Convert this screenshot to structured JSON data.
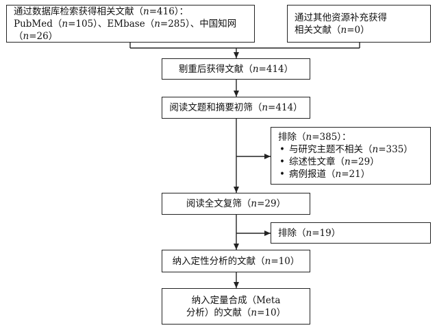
{
  "boxes": {
    "db_search": {
      "line1_pre": "通过数据库检索获得相关文献（",
      "line1_n": "n",
      "line1_post": "=416）：",
      "line2_a_pre": "PubMed（",
      "line2_a_n": "n",
      "line2_a_post": "=105）、EMbase（",
      "line2_b_n": "n",
      "line2_b_post": "=285）、中国知网（",
      "line2_c_n": "n",
      "line2_c_post": "=26）"
    },
    "other_sources": {
      "line1": "通过其他资源补充获得",
      "line2_pre": "相关文献（",
      "line2_n": "n",
      "line2_post": "=0）"
    },
    "dedup": {
      "pre": "剔重后获得文献（",
      "n": "n",
      "post": "=414）"
    },
    "screen": {
      "pre": "阅读文题和摘要初筛（",
      "n": "n",
      "post": "=414）"
    },
    "exclude1": {
      "title_pre": "排除（",
      "title_n": "n",
      "title_post": "=385）：",
      "items": [
        {
          "pre": "与研究主题不相关（",
          "n": "n",
          "post": "=335）"
        },
        {
          "pre": "综述性文章（",
          "n": "n",
          "post": "=29）"
        },
        {
          "pre": "病例报道（",
          "n": "n",
          "post": "=21）"
        }
      ]
    },
    "fulltext": {
      "pre": "阅读全文复筛（",
      "n": "n",
      "post": "=29）"
    },
    "exclude2": {
      "pre": "排除（",
      "n": "n",
      "post": "=19）"
    },
    "qualitative": {
      "pre": "纳入定性分析的文献（",
      "n": "n",
      "post": "=10）"
    },
    "quantitative": {
      "line1": "纳入定量合成（Meta",
      "line2_pre": "分析）的文献（",
      "line2_n": "n",
      "line2_post": "=10）"
    }
  },
  "colors": {
    "line": "#222222",
    "background": "#ffffff"
  }
}
